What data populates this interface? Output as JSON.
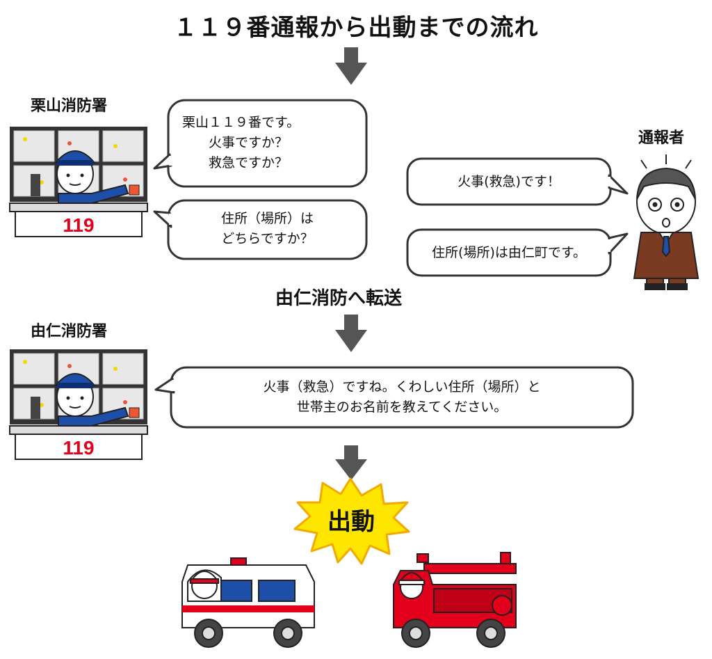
{
  "title": "１１９番通報から出動までの流れ",
  "kuriyama": {
    "label": "栗山消防署",
    "panel_number": "119",
    "bubble1": "栗山１１９番です。\n　　火事ですか？\n　　救急ですか？",
    "bubble2": "住所（場所）は\nどちらですか？"
  },
  "caller": {
    "label": "通報者",
    "bubble1": "火事(救急)です！",
    "bubble2": "住所(場所)は由仁町です。"
  },
  "transfer_label": "由仁消防へ転送",
  "yuni": {
    "label": "由仁消防署",
    "panel_number": "119",
    "bubble": "火事（救急）ですね。くわしい住所（場所）と\n世帯主のお名前を教えてください。"
  },
  "dispatch_label": "出動",
  "colors": {
    "arrow": "#555555",
    "bubble_border": "#333333",
    "burst_fill": "#FFE600",
    "burst_stroke": "#F2A900",
    "fire_red": "#E3001B",
    "ambulance_blue": "#1E4FA8",
    "operator_blue": "#1E4FA8"
  }
}
